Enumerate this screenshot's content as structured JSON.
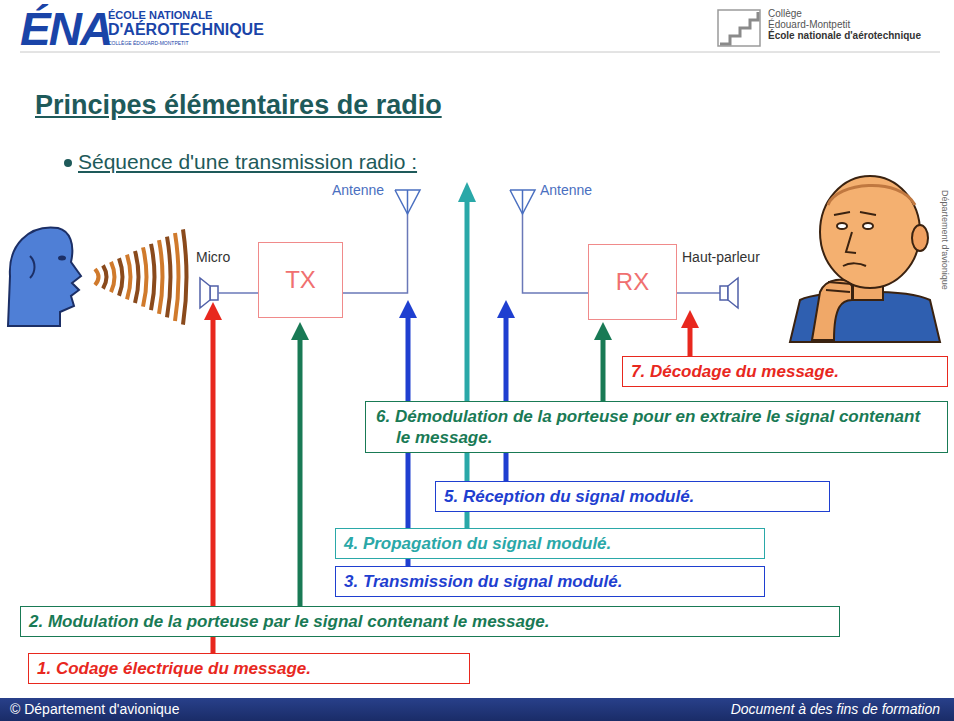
{
  "diagram": {
    "title": "Principes élémentaires de radio",
    "nodes": [
      {
        "text": [
          "TX"
        ]
      },
      {
        "text": [
          "RX"
        ]
      },
      {
        "text": [
          "7. Décodage du message."
        ]
      },
      {
        "text": [
          "6. Démodulation de la porteuse pour en extraire le signal contenant le message."
        ]
      },
      {
        "text": [
          "5. Réception du signal modulé."
        ]
      },
      {
        "text": [
          "4. Propagation du signal modulé."
        ]
      },
      {
        "text": [
          "3. Transmission du signal modulé."
        ]
      },
      {
        "text": [
          "2. Modulation de la porteuse par le signal contenant le message."
        ]
      },
      {
        "text": [
          "1. Codage électrique du message."
        ]
      }
    ],
    "labels": [
      "ÉNA",
      "ÉCOLE NATIONALE",
      "D'AÉROTECHNIQUE",
      "COLLÈGE ÉDOUARD-MONTPETIT",
      "Collège",
      "Édouard-Montpetit",
      "École nationale d'aérotechnique",
      "Séquence d'une transmission radio :",
      "Antenne",
      "Antenne",
      "Micro",
      "Haut-parleur",
      "© Département d'avionique",
      "Document à des fins de formation",
      "Département d'avionique"
    ]
  }
}
